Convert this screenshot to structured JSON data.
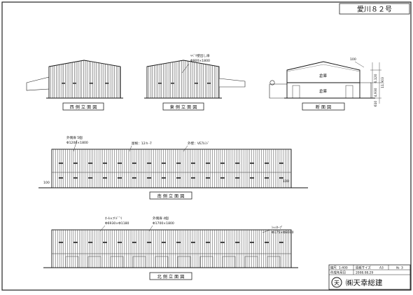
{
  "drawing_number": "愛川８２号",
  "views": {
    "west": {
      "label": "西 側 立 面 図"
    },
    "east": {
      "label": "東 側 立 面 図",
      "note1": "ﾍﾍﾞﾘ壁出し扉",
      "note2": "Φ900×1800"
    },
    "section": {
      "label": "断 面 図",
      "room_upper": "倉庫",
      "room_lower": "倉庫",
      "dim_top": "100",
      "dim_a": "6,120",
      "dim_b": "4,930",
      "dim_total": "11,903",
      "dim_ground": "610"
    },
    "south": {
      "label": "南 側 立 面 図",
      "note1": "外側扉 5個",
      "note1b": "Φ1200×1800",
      "note2": "屋根：12ｈ-7",
      "note3": "外壁：VEｱﾙﾐﾄﾞ",
      "dim_left": "100",
      "dim_right": "100"
    },
    "north": {
      "label": "北 側 立 面 図",
      "note1": "ｵｰﾙ×ﾌﾘﾄﾞﾞﾘ",
      "note1b": "Φ6930×Φ1180",
      "note2": "外側扉 4個",
      "note2b": "Φ1700×1800",
      "note3": "ｼｬｯﾀｰﾌﾟ",
      "note3b": "Φ175×Φ8000"
    }
  },
  "title_block": {
    "scale_label": "縮尺",
    "scale_value": "1:400",
    "paper_label": "原紙サイズ",
    "paper_value": "A3",
    "sheet_label": "№",
    "sheet_value": "3",
    "date_label": "作成年月日",
    "date_value": "2008.08.29",
    "company": "㈱天幸総建",
    "logo_char": "天"
  }
}
